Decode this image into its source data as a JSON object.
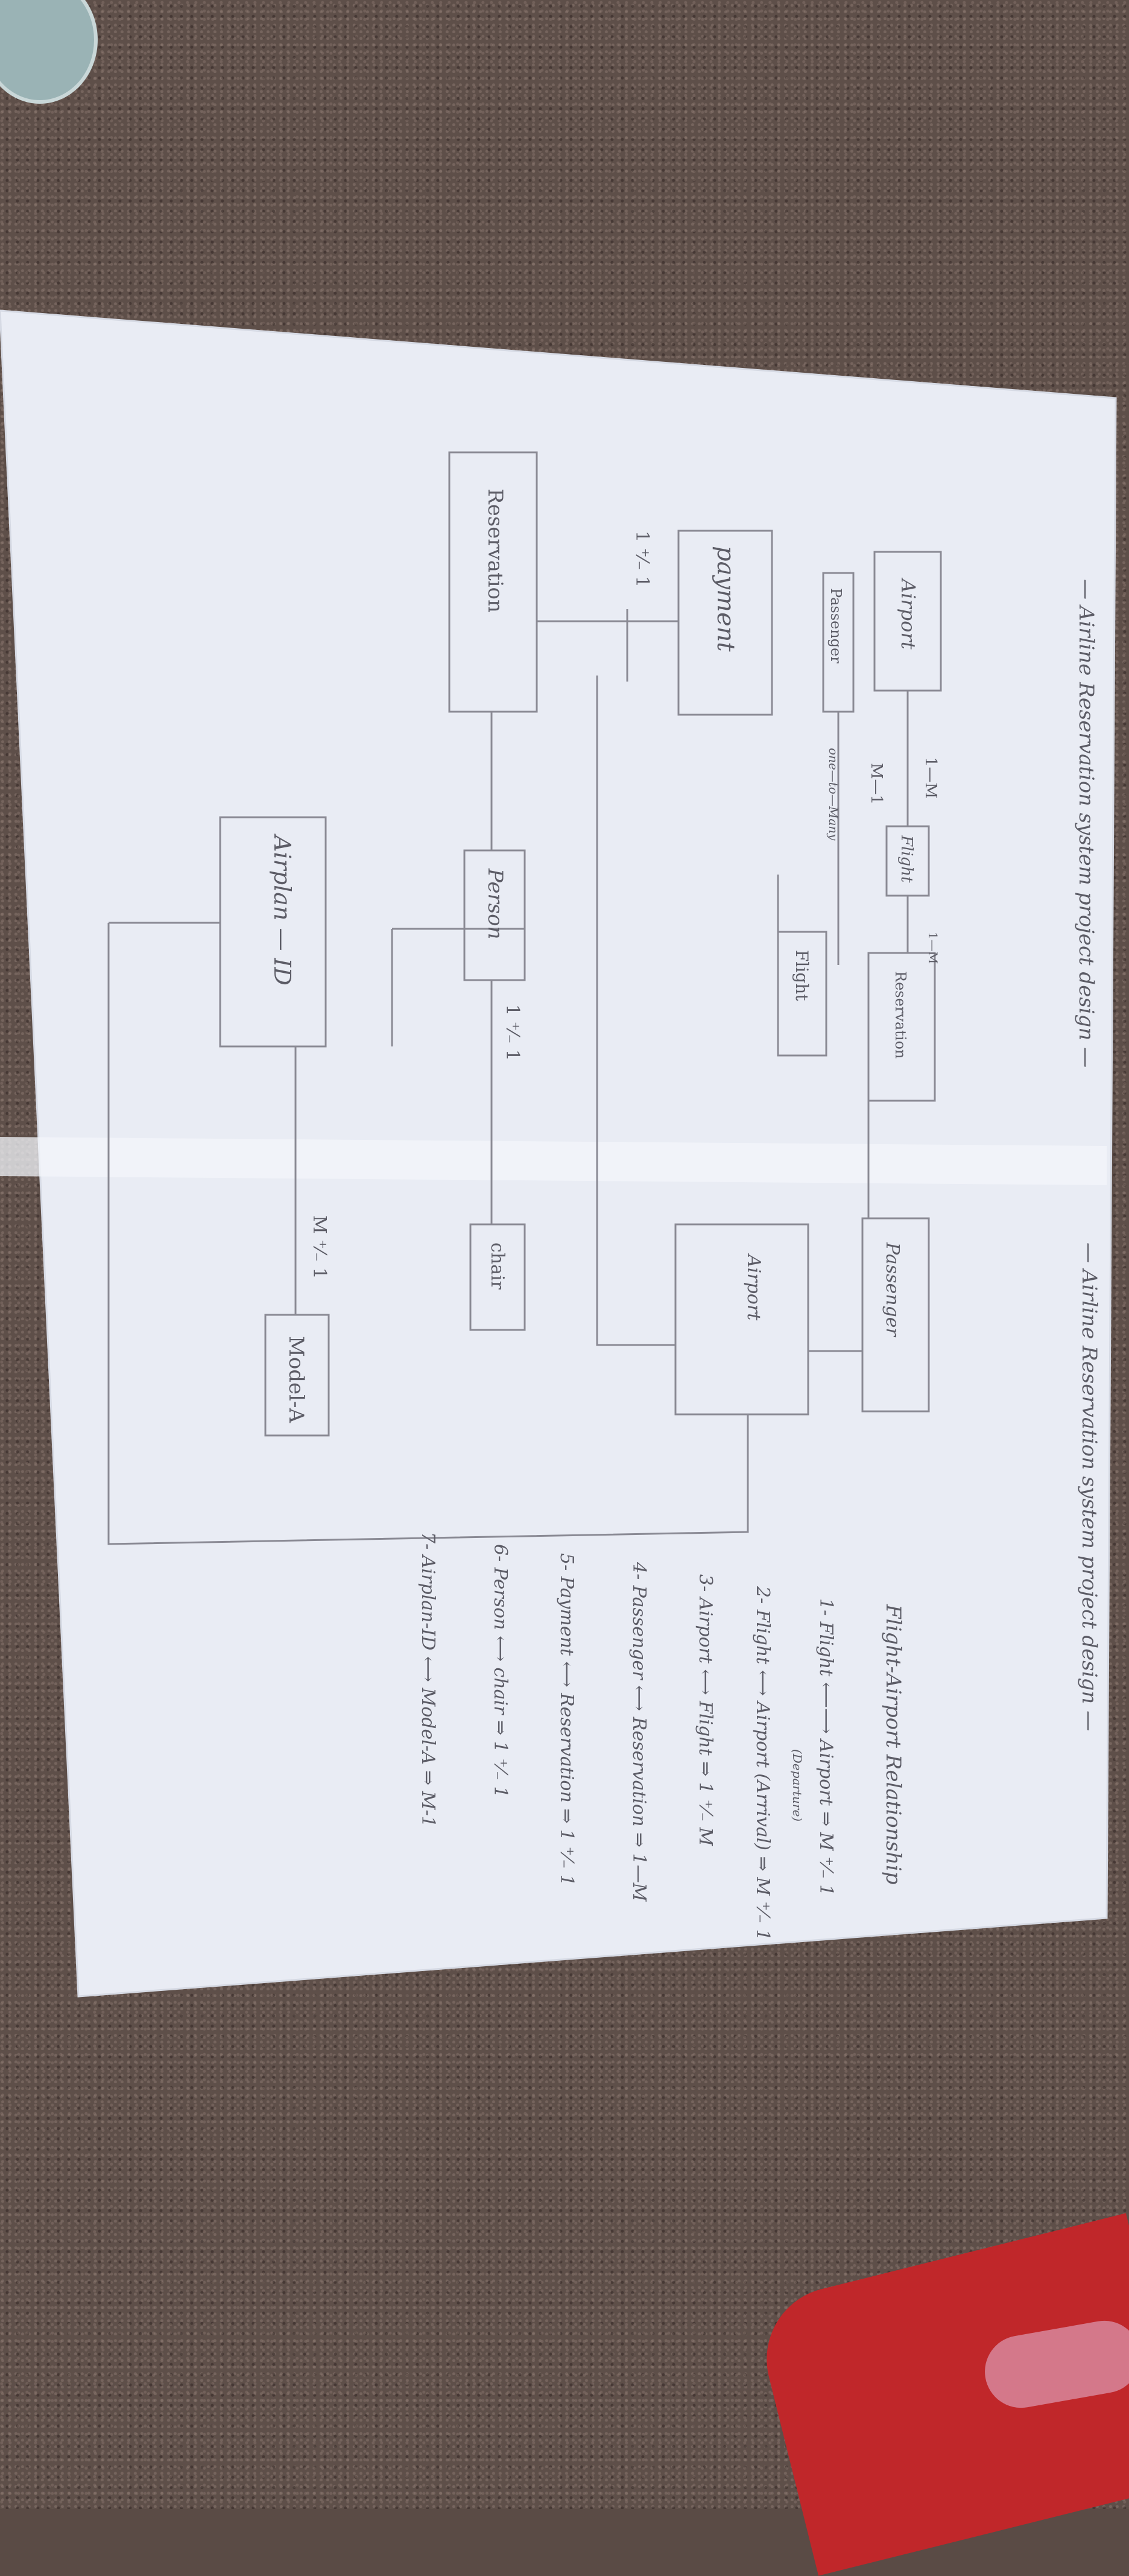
{
  "scene": {
    "description_kind": "photo of a hand-drawn pencil diagram on paper lying on a carpet"
  },
  "diagram_left": {
    "title": "— Airline Reservation system project design —",
    "boxes": {
      "airport": "Airport",
      "passenger": "Passenger",
      "payment": "payment",
      "reservation": "Reservation",
      "flight": "Flight",
      "reservation_small": "Reservation",
      "person": "Person",
      "airplan_id": "Airplan — ID"
    },
    "labels": {
      "one_to_many": "1—M",
      "many_to_one": "M—1",
      "one_to_many_2": "1—M",
      "one_to_one": "1 ⁺⁄₋ 1",
      "one_to_one_person": "1 ⁺⁄₋ 1",
      "one_to_many_text": "one—to—Many",
      "many_one_model": "M ⁺⁄₋ 1"
    }
  },
  "diagram_right": {
    "title": "— Airline Reservation system project design —",
    "boxes": {
      "passenger": "Passenger",
      "flight": "Flight",
      "airport": "Airport",
      "chair": "chair",
      "model": "Model-A"
    },
    "relations_heading": "Flight-Airport Relationship",
    "relations": [
      "1- Flight ⟵⟶ Airport ⇒ M ⁺⁄₋ 1",
      "2- Flight ⟷ Airport (Arrival) ⇒ M ⁺⁄₋ 1",
      "3- Airport ⟷ Flight ⇒ 1 ⁺⁄₋ M",
      "4- Passenger ⟷ Reservation ⇒ 1—M",
      "5- Payment ⟷ Reservation ⇒ 1 ⁺⁄₋ 1",
      "6- Person ⟷ chair ⇒ 1 ⁺⁄₋ 1",
      "7- Airplan-ID ⟷ Model-A ⇒ M-1"
    ],
    "relation_note": "(Departure)"
  }
}
